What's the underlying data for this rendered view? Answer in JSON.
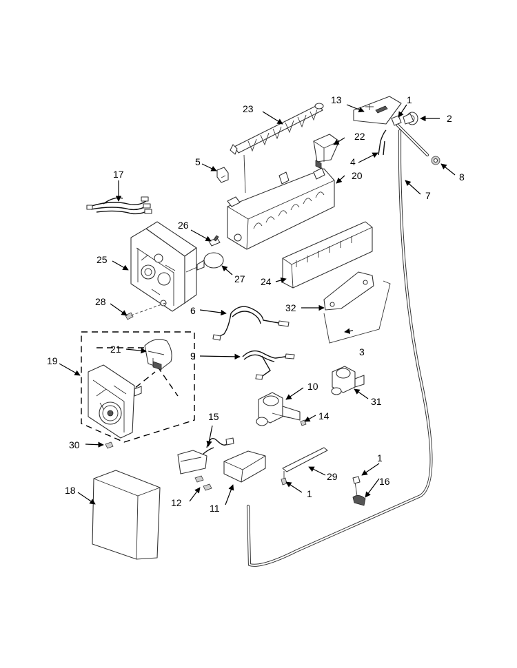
{
  "callouts": {
    "c1a": "1",
    "c1b": "1",
    "c1c": "1",
    "c2": "2",
    "c3": "3",
    "c4": "4",
    "c5": "5",
    "c6": "6",
    "c7": "7",
    "c8": "8",
    "c9": "9",
    "c10": "10",
    "c11": "11",
    "c12": "12",
    "c13": "13",
    "c14": "14",
    "c15": "15",
    "c16": "16",
    "c17": "17",
    "c18": "18",
    "c19": "19",
    "c20": "20",
    "c21": "21",
    "c22": "22",
    "c23": "23",
    "c24": "24",
    "c25": "25",
    "c26": "26",
    "c27": "27",
    "c28": "28",
    "c29": "29",
    "c30": "30",
    "c31": "31",
    "c32": "32"
  }
}
